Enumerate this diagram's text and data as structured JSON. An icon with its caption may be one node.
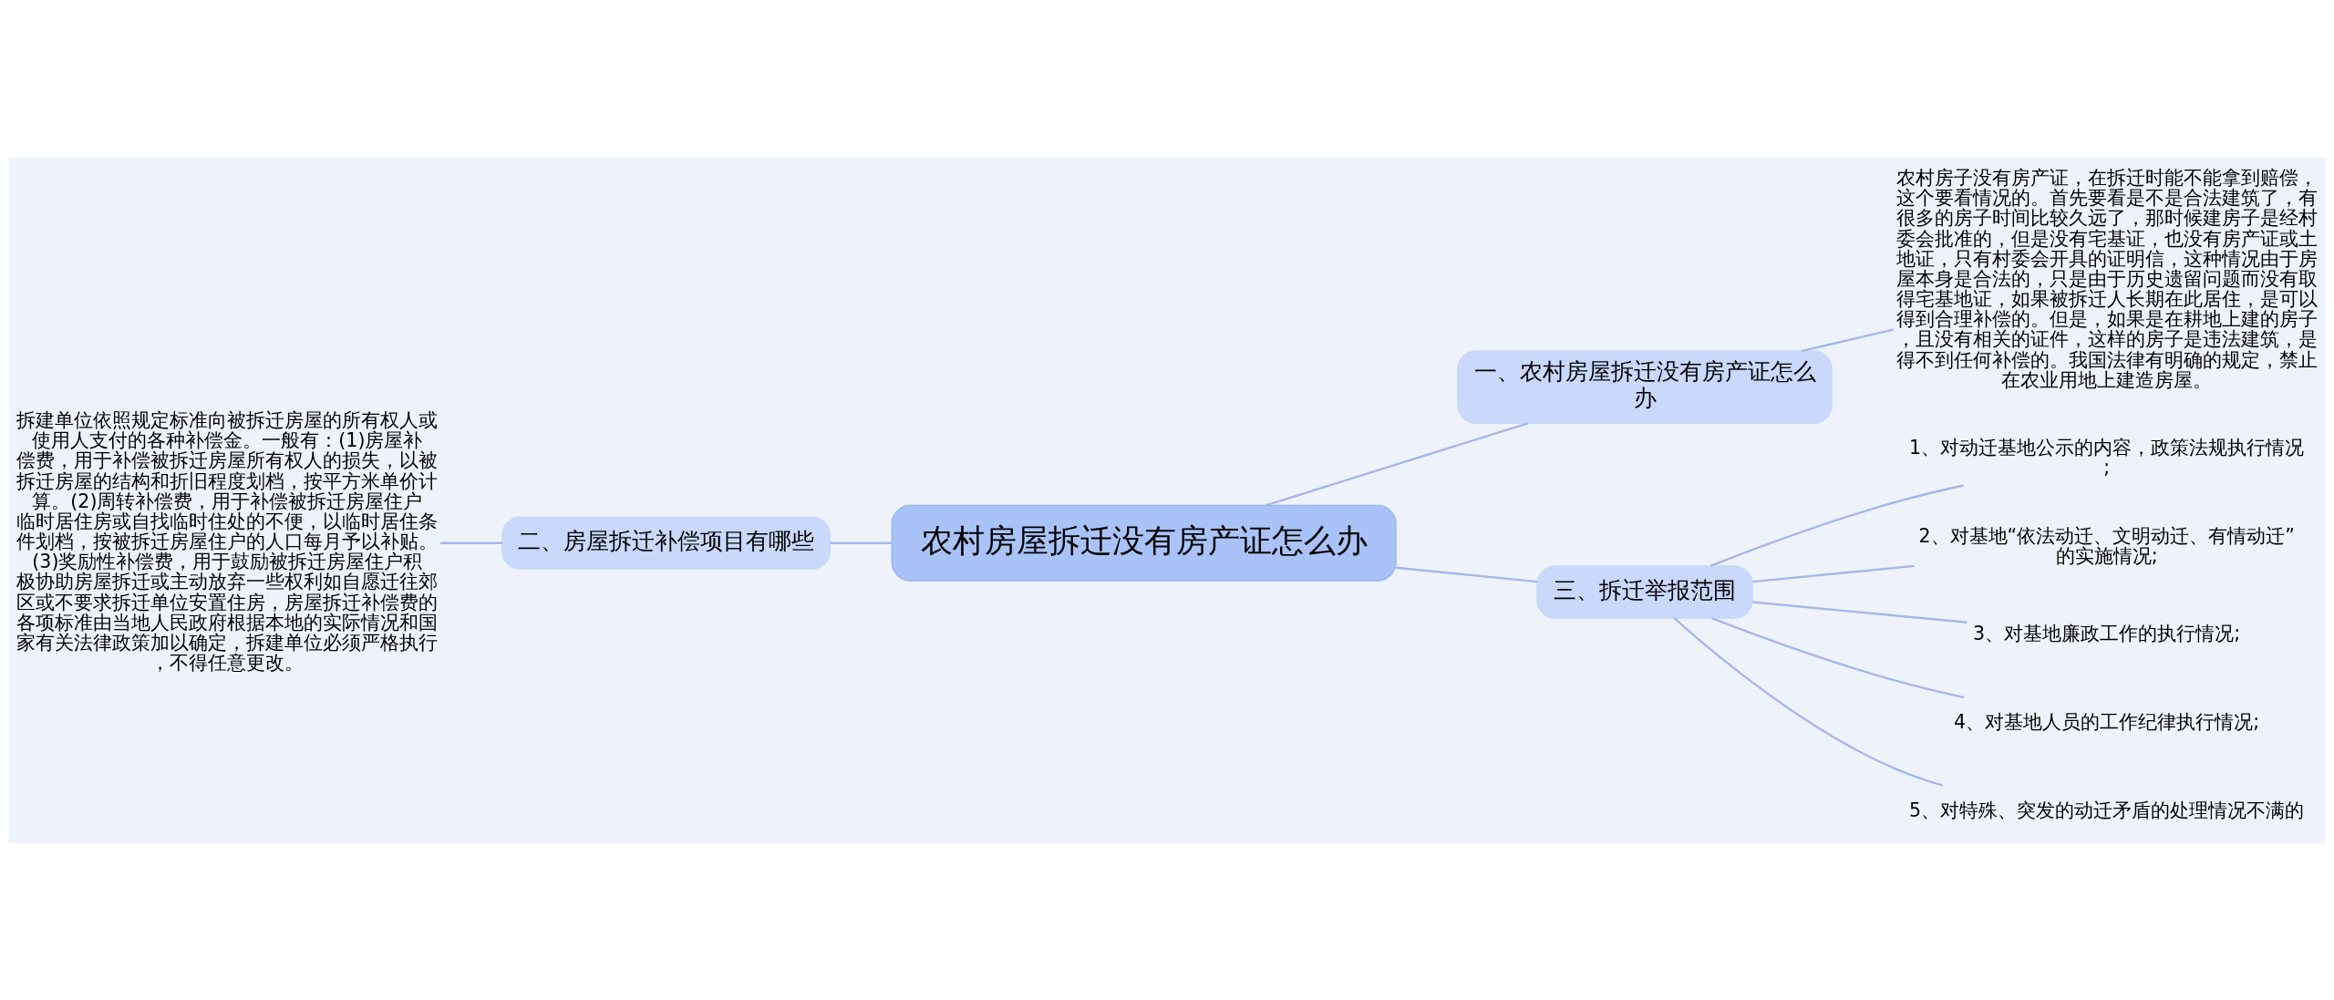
{
  "diagram": {
    "nodes": [
      {
        "text": [
          "农村房屋拆迁没有房产证怎么办"
        ]
      },
      {
        "text": [
          "一、农村房屋拆迁没有房产证怎么办"
        ]
      },
      {
        "text": [
          "农村房子没有房产证，在拆迁时能不能拿到赔偿，这个要看情况的。首先要看是不是合法建筑了，有很多的房子时间比较久远了，那时候建房子是经村委会批准的，但是没有宅基证，也没有房产证或土地证，只有村委会开具的证明信，这种情况由于房屋本身是合法的，只是由于历史遗留问题而没有取得宅基地证，如果被拆迁人长期在此居住，是可以得到合理补偿的。但是，如果是在耕地上建的房子，且没有相关的证件，这样的房子是违法建筑，是得不到任何补偿的。我国法律有明确的规定，禁止在农业用地上建造房屋。"
        ]
      },
      {
        "text": [
          "二、房屋拆迁补偿项目有哪些"
        ]
      },
      {
        "text": [
          "拆建单位依照规定标准向被拆迁房屋的所有权人或使用人支付的各种补偿金。一般有：(1)房屋补偿费，用于补偿被拆迁房屋所有权人的损失，以被拆迁房屋的结构和折旧程度划档，按平方米单价计算。(2)周转补偿费，用于补偿被拆迁房屋住户临时居住房或自找临时住处的不便，以临时居住条件划档，按被拆迁房屋住户的人口每月予以补贴。(3)奖励性补偿费，用于鼓励被拆迁房屋住户积极协助房屋拆迁或主动放弃一些权利如自愿迁往郊区或不要求拆迁单位安置住房，房屋拆迁补偿费的各项标准由当地人民政府根据本地的实际情况和国家有关法律政策加以确定，拆建单位必须严格执行，不得任意更改。"
        ]
      },
      {
        "text": [
          "三、拆迁举报范围"
        ]
      },
      {
        "text": [
          "1、对动迁基地公示的内容，政策法规执行情况;"
        ]
      },
      {
        "text": [
          "2、对基地“依法动迁、文明动迁、有情动迁”的实施情况;"
        ]
      },
      {
        "text": [
          "3、对基地廉政工作的执行情况;"
        ]
      },
      {
        "text": [
          "4、对基地人员的工作纪律执行情况;"
        ]
      },
      {
        "text": [
          "5、对特殊、突发的动迁矛盾的处理情况不满的"
        ]
      }
    ],
    "edges": [
      {
        "from": 0,
        "to": 1,
        "arrow": "none"
      },
      {
        "from": 1,
        "to": 2,
        "arrow": "none"
      },
      {
        "from": 0,
        "to": 3,
        "arrow": "none"
      },
      {
        "from": 3,
        "to": 4,
        "arrow": "none"
      },
      {
        "from": 0,
        "to": 5,
        "arrow": "none"
      },
      {
        "from": 5,
        "to": 6,
        "arrow": "none"
      },
      {
        "from": 5,
        "to": 7,
        "arrow": "none"
      },
      {
        "from": 5,
        "to": 8,
        "arrow": "none"
      },
      {
        "from": 5,
        "to": 9,
        "arrow": "none"
      },
      {
        "from": 5,
        "to": 10,
        "arrow": "none"
      }
    ]
  }
}
